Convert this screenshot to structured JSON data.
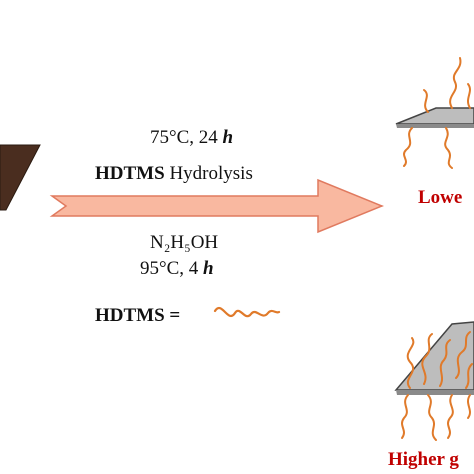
{
  "reaction": {
    "above_arrow": {
      "temp_time_prefix": "75°C, 24 ",
      "temp_time_unit": "h",
      "reagent": "HDTMS",
      "process": " Hydrolysis"
    },
    "below_arrow": {
      "reagent": "N₂H₅OH",
      "temp_time_prefix": "95°C, 4 ",
      "temp_time_unit": "h"
    },
    "legend": {
      "label": "HDTMS =",
      "symbol_icon": "hdtms-chain-icon"
    }
  },
  "results": {
    "lower": "Lowe",
    "higher": "Higher g"
  },
  "colors": {
    "arrow_fill": "#f9b8a0",
    "arrow_stroke": "#e07a5f",
    "chain": "#e07a2a",
    "substrate_brown": "#4a2d1f",
    "sheet_gray": "#bdbdbd",
    "result_text": "#c00000"
  }
}
